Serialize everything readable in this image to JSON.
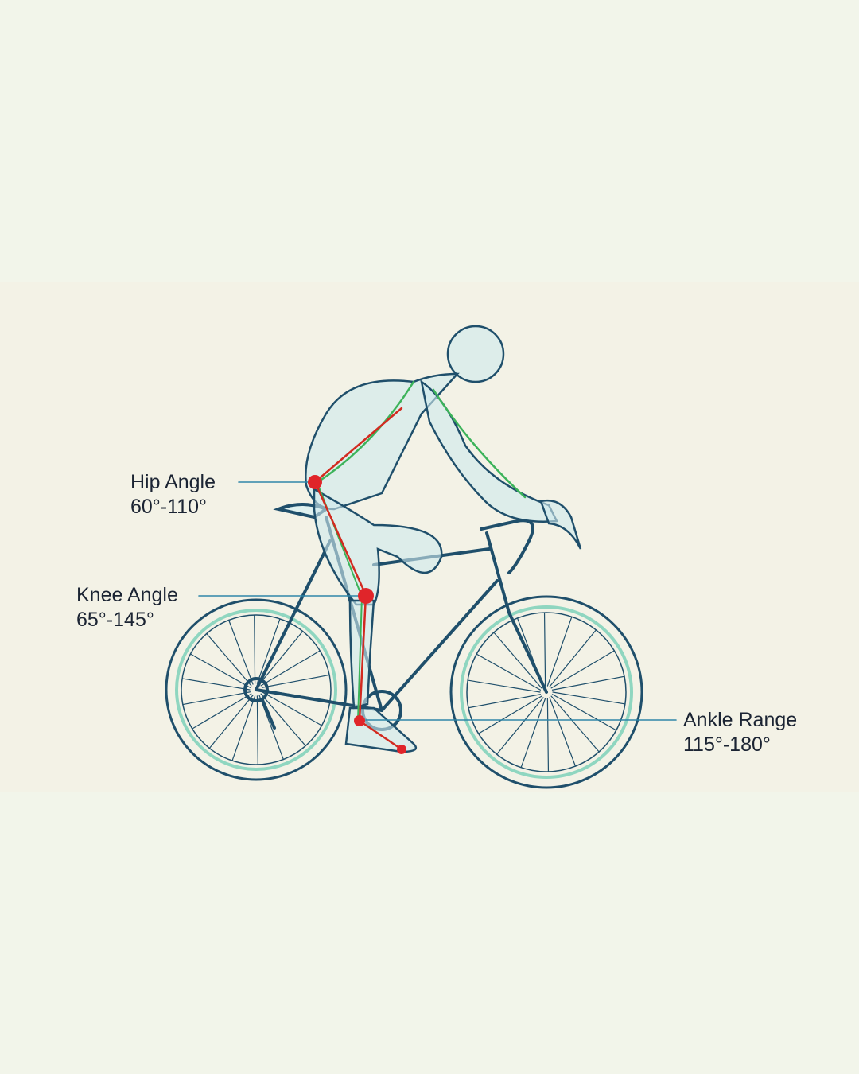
{
  "annotations": [
    {
      "name": "Hip Angle",
      "range": "60°-110°"
    },
    {
      "name": "Knee Angle",
      "range": "65°-145°"
    },
    {
      "name": "Ankle Range",
      "range": "115°-180°"
    }
  ],
  "colors": {
    "sketch_line": "#1f4f6b",
    "body_fill": "#cfeaec",
    "joint_marker": "#e0252a",
    "leg_line": "#d22a20",
    "spine_line": "#3cb35a",
    "leader_line": "#2f86a8",
    "text": "#1b2433"
  }
}
